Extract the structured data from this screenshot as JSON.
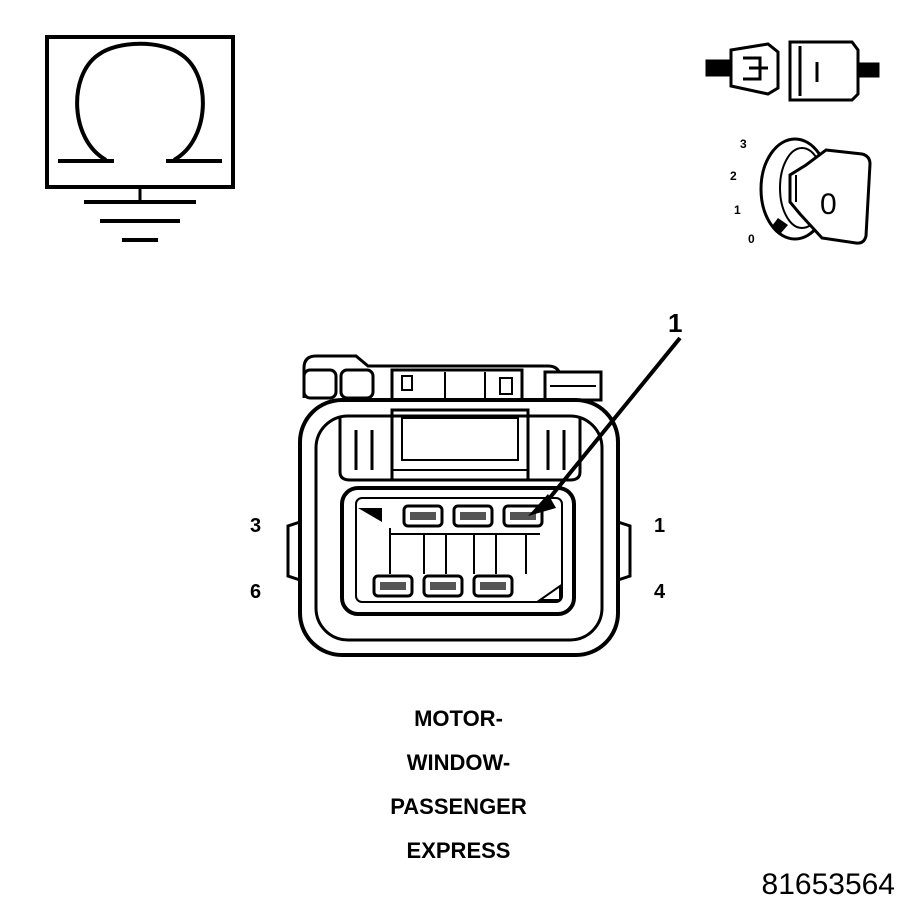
{
  "diagram": {
    "callout": "1",
    "pins": {
      "top_left": "3",
      "top_right": "1",
      "bottom_left": "6",
      "bottom_right": "4"
    },
    "key_positions": [
      "3",
      "2",
      "1",
      "0"
    ],
    "key_label": "0",
    "title_lines": [
      "MOTOR-",
      "WINDOW-",
      "PASSENGER",
      "EXPRESS"
    ],
    "figure_number": "81653564"
  },
  "icons": [
    "ohmmeter-ground-icon",
    "connector-disconnect-icon",
    "ignition-key-off-icon"
  ]
}
